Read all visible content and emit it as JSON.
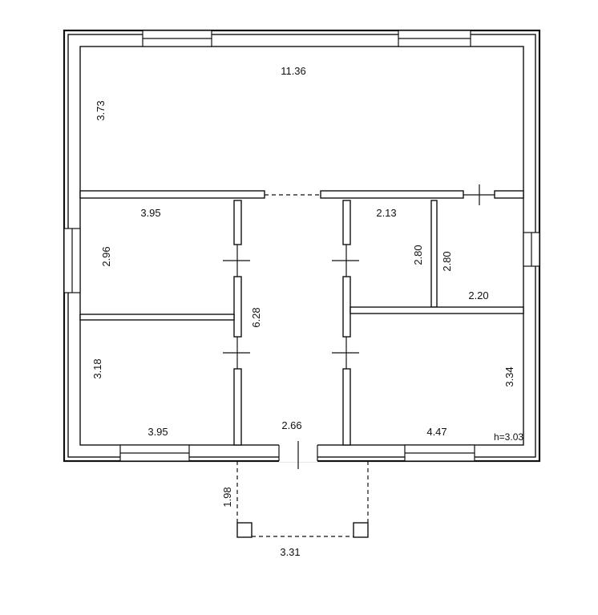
{
  "labels": {
    "top_room_width": "11.36",
    "top_room_depth": "3.73",
    "left_upper_width": "3.95",
    "left_upper_depth": "2.96",
    "left_lower_depth": "3.18",
    "left_lower_width": "3.95",
    "corridor_length": "6.28",
    "corridor_width": "2.66",
    "small_room_width": "2.13",
    "small_room_depth_a": "2.80",
    "small_room_depth_b": "2.80",
    "bath_width": "2.20",
    "right_lower_width": "4.47",
    "right_lower_depth": "3.34",
    "ceiling_height": "h=3.03",
    "porch_depth": "1.98",
    "porch_width": "3.31"
  }
}
